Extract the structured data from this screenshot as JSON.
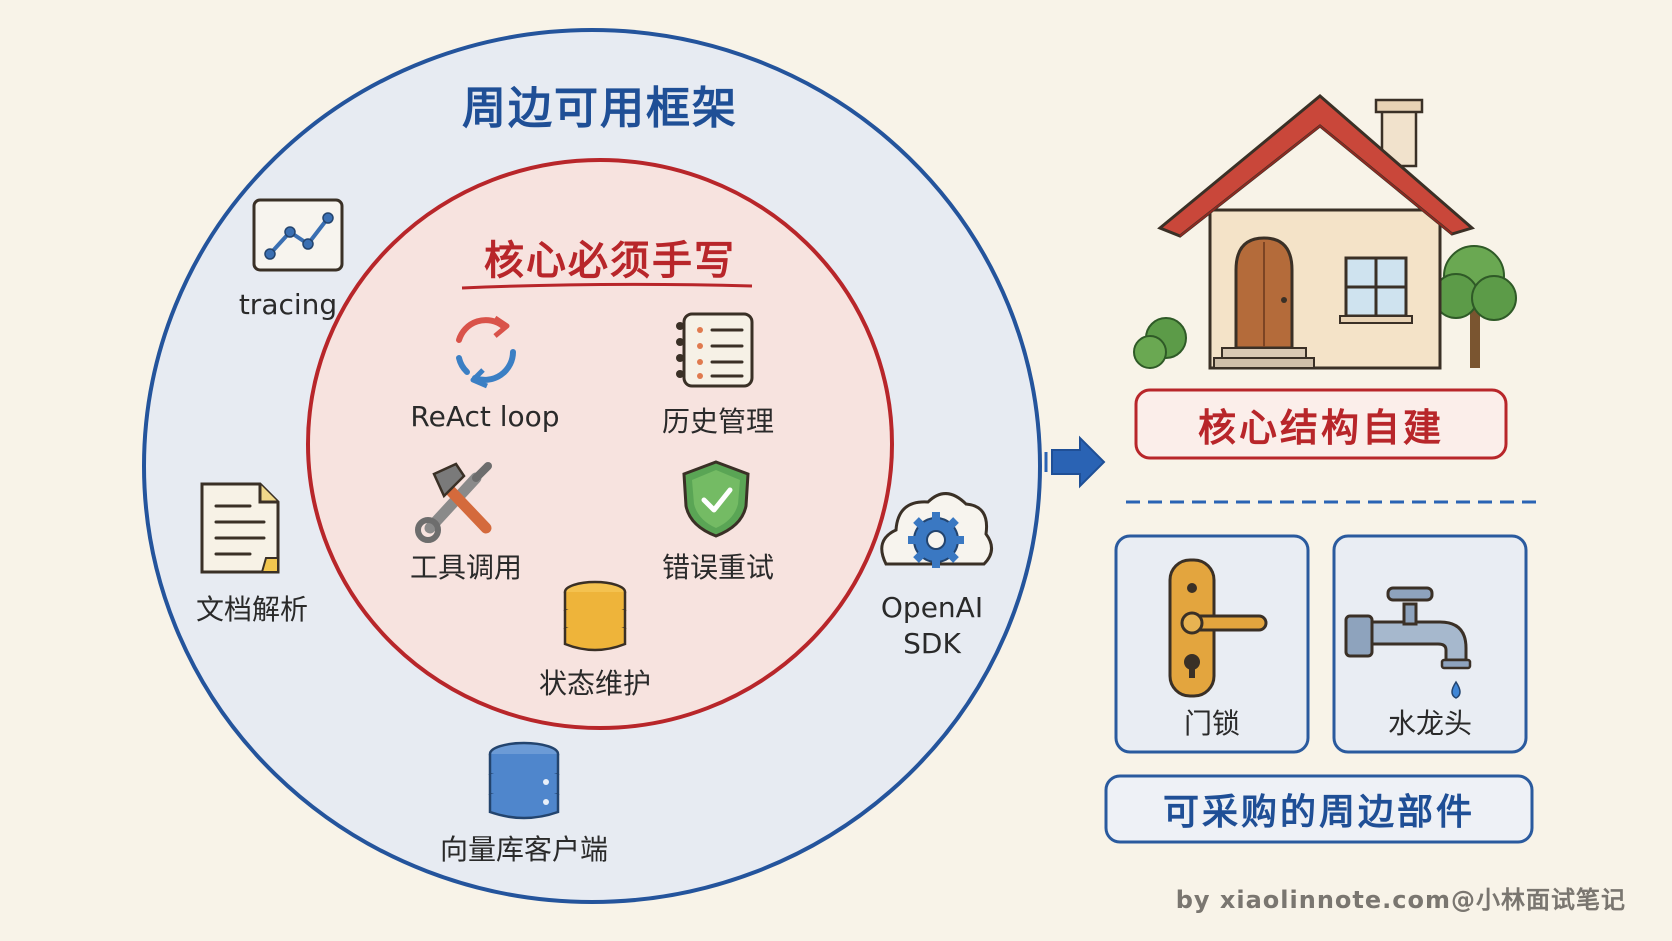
{
  "outer": {
    "title": "周边可用框架"
  },
  "inner": {
    "title": "核心必须手写"
  },
  "core_items": [
    {
      "label": "ReAct loop",
      "icon": "cycle-arrows-icon"
    },
    {
      "label": "历史管理",
      "icon": "notebook-list-icon"
    },
    {
      "label": "工具调用",
      "icon": "hammer-wrench-icon"
    },
    {
      "label": "错误重试",
      "icon": "shield-check-icon"
    },
    {
      "label": "状态维护",
      "icon": "database-stack-icon"
    }
  ],
  "framework_items": [
    {
      "label": "tracing",
      "icon": "line-chart-icon"
    },
    {
      "label": "文档解析",
      "icon": "document-icon"
    },
    {
      "label": "OpenAI\nSDK",
      "icon": "cloud-gear-icon"
    },
    {
      "label": "向量库客户端",
      "icon": "database-icon"
    }
  ],
  "right": {
    "core_box": "核心结构自建",
    "parts": [
      {
        "label": "门锁",
        "icon": "door-lock-icon"
      },
      {
        "label": "水龙头",
        "icon": "faucet-icon"
      }
    ],
    "parts_box": "可采购的周边部件"
  },
  "credit": "by xiaolinnote.com@小林面试笔记",
  "colors": {
    "blue": "#1f4f96",
    "red": "#b8262a",
    "background": "#f8f3e8"
  }
}
